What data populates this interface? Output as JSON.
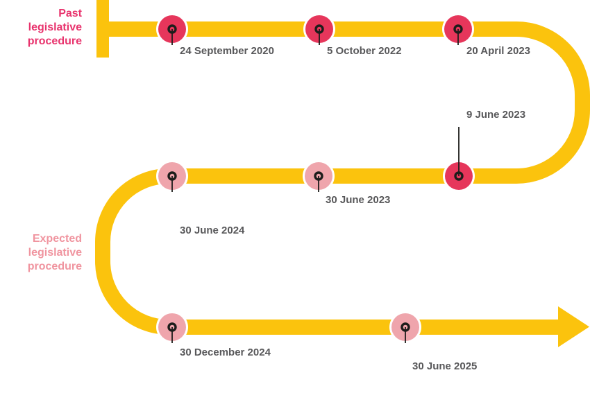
{
  "legend": {
    "past_lines": [
      "Past",
      "legislative",
      "procedure"
    ],
    "expected_lines": [
      "Expected",
      "legislative",
      "procedure"
    ]
  },
  "events": [
    {
      "date": "24 September 2020",
      "status": "past"
    },
    {
      "date": "5 October 2022",
      "status": "past"
    },
    {
      "date": "20 April 2023",
      "status": "past"
    },
    {
      "date": "9 June 2023",
      "status": "past"
    },
    {
      "date": "30 June 2023",
      "status": "expected"
    },
    {
      "date": "30 June 2024",
      "status": "expected"
    },
    {
      "date": "30 December 2024",
      "status": "expected"
    },
    {
      "date": "30 June 2025",
      "status": "expected"
    }
  ],
  "colors": {
    "track_yellow": "#FBC30D",
    "past_marker": "#E6365B",
    "expected_marker": "#EFA5AC",
    "past_label": "#E8336D",
    "expected_label": "#F0949F",
    "date_text": "#58585A",
    "pin_ink": "#1D1D1B"
  }
}
